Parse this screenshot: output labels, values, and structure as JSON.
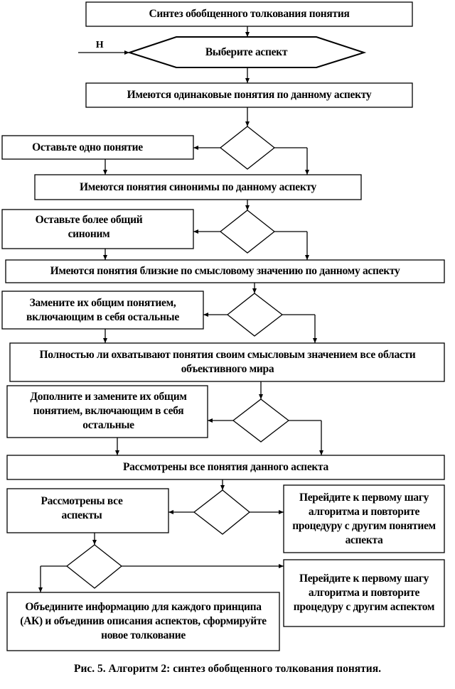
{
  "flowchart": {
    "start": "Синтез обобщенного толкования понятия",
    "select_aspect": "Выберите аспект",
    "entry_label": "Н",
    "step_same": "Имеются одинаковые понятия по данному аспекту",
    "action_same": "Оставьте одно понятие",
    "step_synonyms": "Имеются понятия синонимы по данному аспекту",
    "action_synonyms": "Оставьте более общий синоним",
    "step_close": "Имеются понятия близкие по смысловому значению по данному аспекту",
    "action_close": "Замените их общим понятием, включающим в себя остальные",
    "step_cover": "Полностью ли охватывают понятия своим смысловым значением все области объективного мира",
    "action_cover": "Дополните и замените их общим понятием, включающим в себя остальные",
    "step_all_concepts": "Рассмотрены все понятия данного аспекта",
    "step_all_aspects": "Рассмотрены все аспекты",
    "action_next_concept": "Перейдите к первому шагу алгоритма и повторите процедуру с другим понятием аспекта",
    "action_next_aspect": "Перейдите к первому шагу алгоритма и повторите процедуру с другим аспектом",
    "final": "Объедините информацию для каждого принципа (АК) и объединив описания аспектов, сформируйте новое толкование"
  },
  "caption": "Рис. 5. Алгоритм 2: синтез обобщенного толкования понятия."
}
